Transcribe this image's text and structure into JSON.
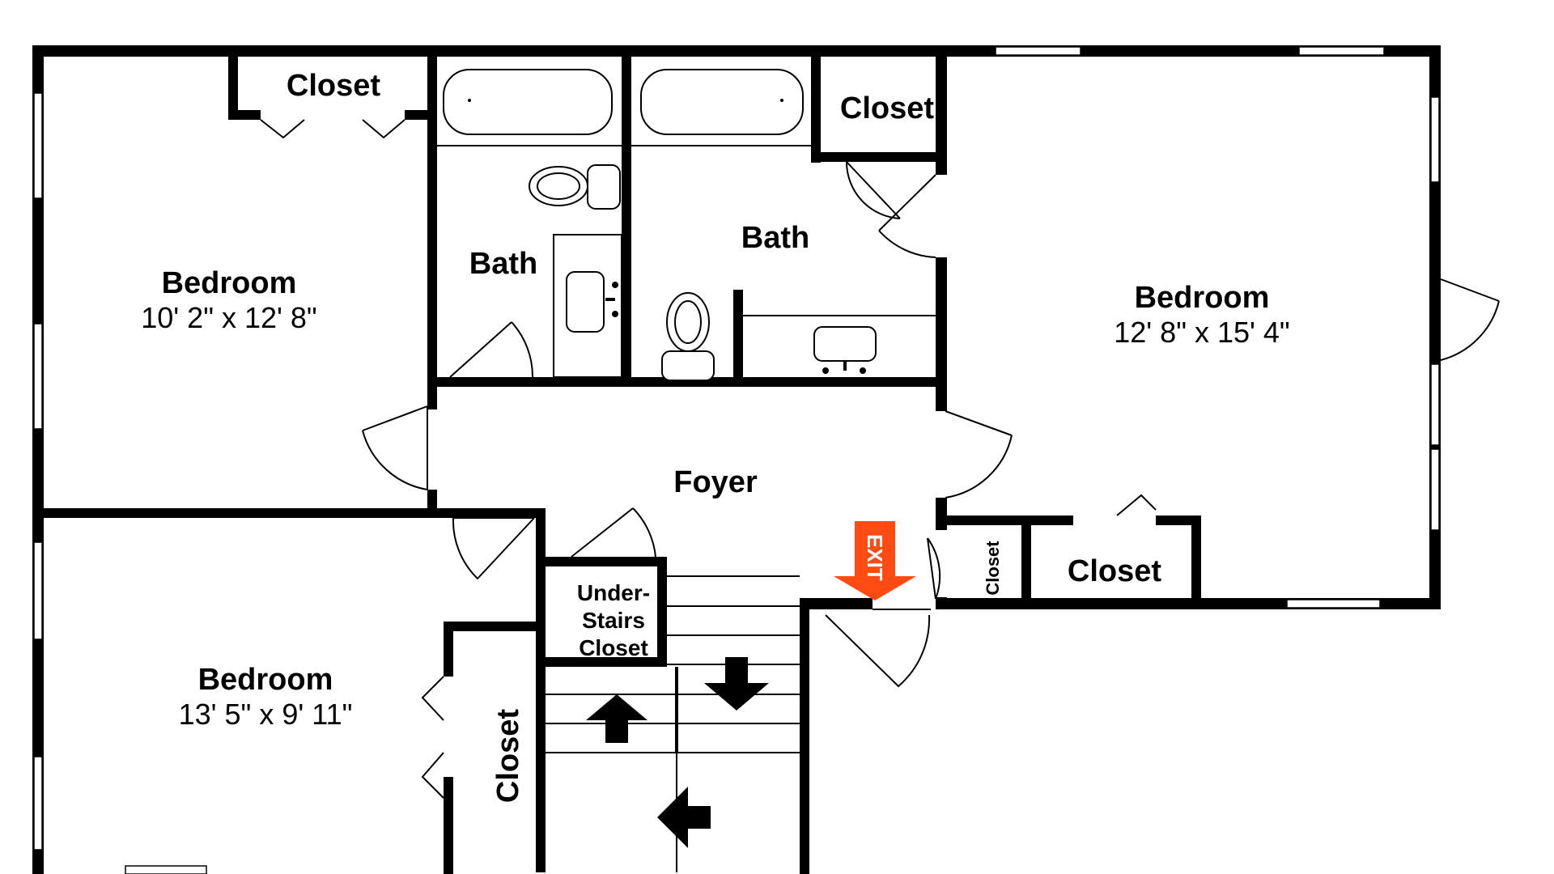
{
  "colors": {
    "wall": "#000000",
    "background": "#ffffff",
    "exit_arrow": "#ff4a14"
  },
  "rooms": {
    "bedroom_top_left": {
      "name": "Bedroom",
      "dimensions": "10' 2\" x 12' 8\""
    },
    "bedroom_right": {
      "name": "Bedroom",
      "dimensions": "12' 8\" x 15' 4\""
    },
    "bedroom_bottom_left": {
      "name": "Bedroom",
      "dimensions": "13' 5\" x 9' 11\""
    },
    "bath_left": {
      "name": "Bath"
    },
    "bath_right": {
      "name": "Bath"
    },
    "foyer": {
      "name": "Foyer"
    },
    "closet_top_left": {
      "name": "Closet"
    },
    "closet_top_right": {
      "name": "Closet"
    },
    "closet_right_small": {
      "name": "Closet"
    },
    "closet_right": {
      "name": "Closet"
    },
    "closet_bottom_left": {
      "name": "Closet"
    },
    "under_stairs_closet": {
      "lines": [
        "Under-",
        "Stairs",
        "Closet"
      ]
    }
  },
  "exit_sign": {
    "text": "EXIT"
  }
}
